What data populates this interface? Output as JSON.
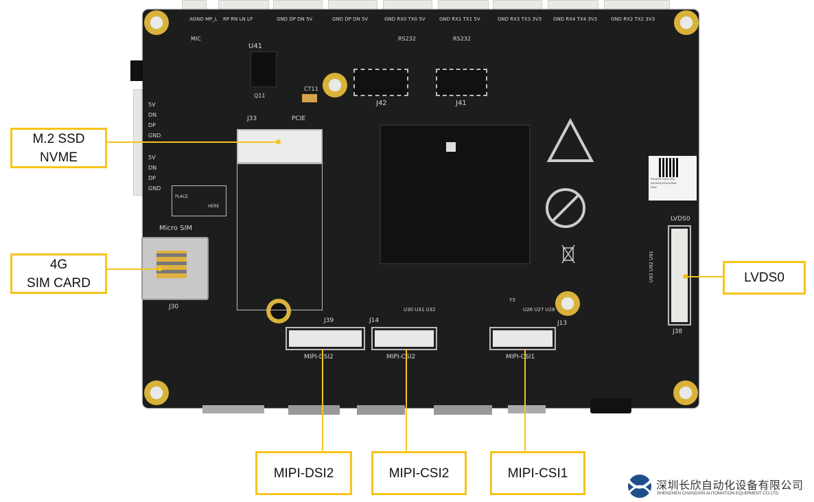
{
  "board": {
    "top_headers": [
      {
        "pins": "AGND MP_L",
        "group": "MIC"
      },
      {
        "pins": "RP RN LN LP",
        "group": ""
      },
      {
        "pins": "GND DP DN 5V",
        "group": ""
      },
      {
        "pins": "GND DP DN 5V",
        "group": ""
      },
      {
        "pins": "GND RX0 TX0 5V",
        "group": "RS232"
      },
      {
        "pins": "GND RX1 TX1 5V",
        "group": "RS232"
      },
      {
        "pins": "GND RX3 TX3 3V3",
        "group": ""
      },
      {
        "pins": "GND RX4 TX4 3V3",
        "group": ""
      },
      {
        "pins": "GND RX2 TX2 3V3",
        "group": ""
      }
    ],
    "designators": {
      "u41": "U41",
      "j42": "J42",
      "j41": "J41",
      "j33": "J33",
      "pcie": "PCIE",
      "ct11": "CT11",
      "q11": "Q11",
      "j39": "J39",
      "j14": "J14",
      "j13": "J13",
      "j38": "J38",
      "j30": "J30",
      "lvds0": "LVDS0",
      "micro_sim": "Micro SIM",
      "mipi_dsi2": "MIPI-DSI2",
      "mipi_csi2": "MIPI-CSI2",
      "mipi_csi1": "MIPI-CSI1",
      "u30_32": "U30 U31 U32",
      "u26_28": "U26 U27 U28",
      "y3": "Y3",
      "place": "PLACE",
      "here": "HERE",
      "u93": "U93 U92 U91"
    },
    "usb_left": [
      "5V",
      "DN",
      "DP",
      "GND",
      "5V",
      "DN",
      "DP",
      "GND"
    ],
    "label_sticker": [
      "PN:MYB-Y62X-V01",
      "SN:WK20221012008",
      "0002"
    ]
  },
  "callouts": {
    "m2": [
      "M.2 SSD",
      "NVME"
    ],
    "sim": [
      "4G",
      "SIM CARD"
    ],
    "lvds": "LVDS0",
    "dsi2": "MIPI-DSI2",
    "csi2": "MIPI-CSI2",
    "csi1": "MIPI-CSI1"
  },
  "company": {
    "name_cn": "深圳长欣自动化设备有限公司",
    "name_en": "SHENZHEN CHANGXIN AUTOMATION EQUIPMENT CO.LTD"
  },
  "colors": {
    "accent": "#f6c41a",
    "board": "#1d1d1d",
    "brand": "#1f4e8c"
  }
}
